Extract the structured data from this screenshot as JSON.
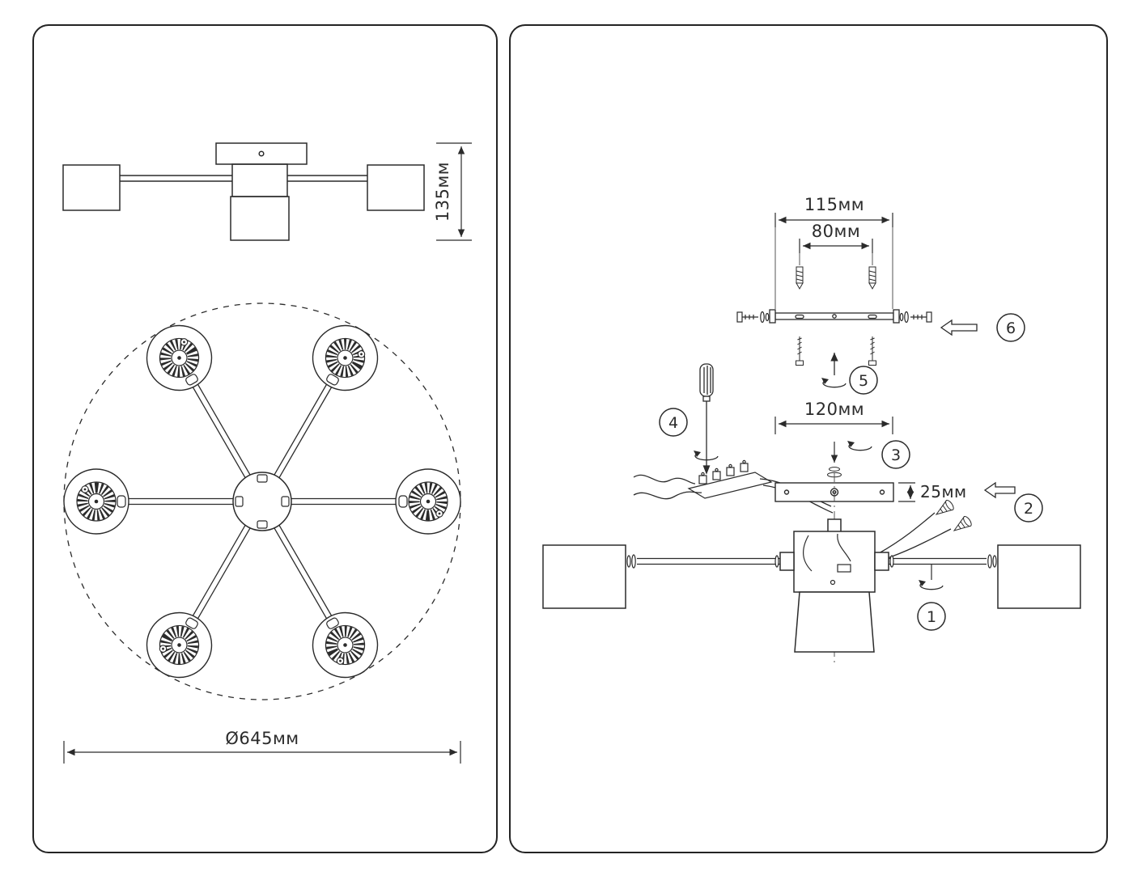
{
  "page": {
    "background": "#ffffff",
    "line_color": "#2b2b2b"
  },
  "left_panel": {
    "side_view": {
      "height_dim": "135мм"
    },
    "top_view": {
      "diameter_dim": "Ø645мм"
    }
  },
  "right_panel": {
    "dims": {
      "d115": "115мм",
      "d80": "80мм",
      "d120": "120мм",
      "d25": "25мм"
    },
    "steps": {
      "s1": "1",
      "s2": "2",
      "s3": "3",
      "s4": "4",
      "s5": "5",
      "s6": "6"
    }
  }
}
